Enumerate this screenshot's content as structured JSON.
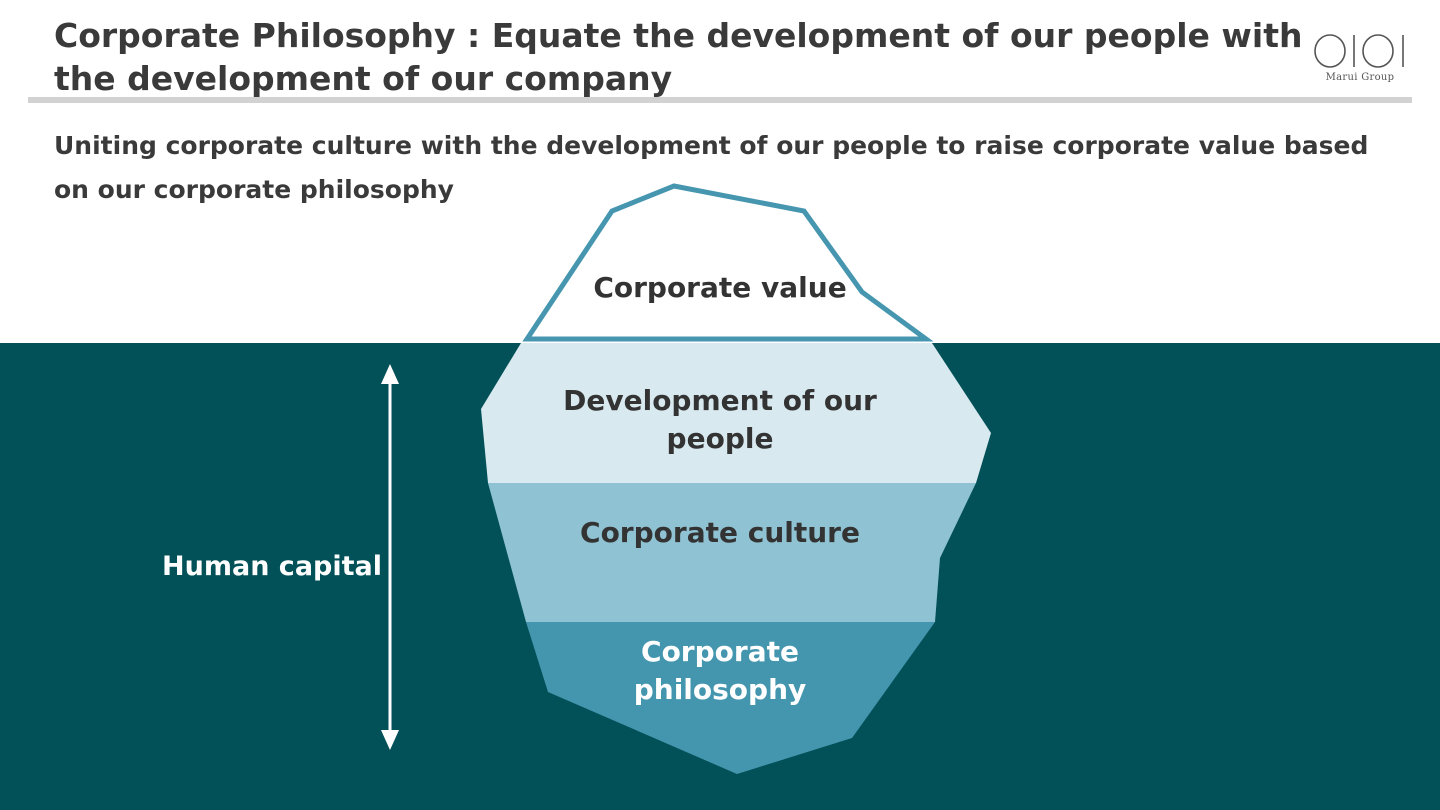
{
  "header": {
    "title_line1": "Corporate Philosophy : Equate the development of our people with",
    "title_line2": "the development of our company"
  },
  "logo": {
    "mark": "OIOI",
    "text": "Marui Group"
  },
  "subtitle": "Uniting corporate culture with the development of our people to raise corporate value based on our corporate philosophy",
  "iceberg": {
    "layers": [
      {
        "label": "Corporate value",
        "color": "#ffffff"
      },
      {
        "label": "Development of our people",
        "color": "#d8e9f0"
      },
      {
        "label": "Corporate culture",
        "color": "#8fc2d2"
      },
      {
        "label": "Corporate philosophy",
        "color": "#4496af"
      }
    ]
  },
  "human_capital": {
    "label": "Human capital",
    "icon": "double-headed-arrow-icon"
  },
  "colors": {
    "water": "#035158",
    "iceberg_outline": "#4696b0",
    "title_text": "#3a3a3a",
    "rule": "#d2d2d2"
  }
}
